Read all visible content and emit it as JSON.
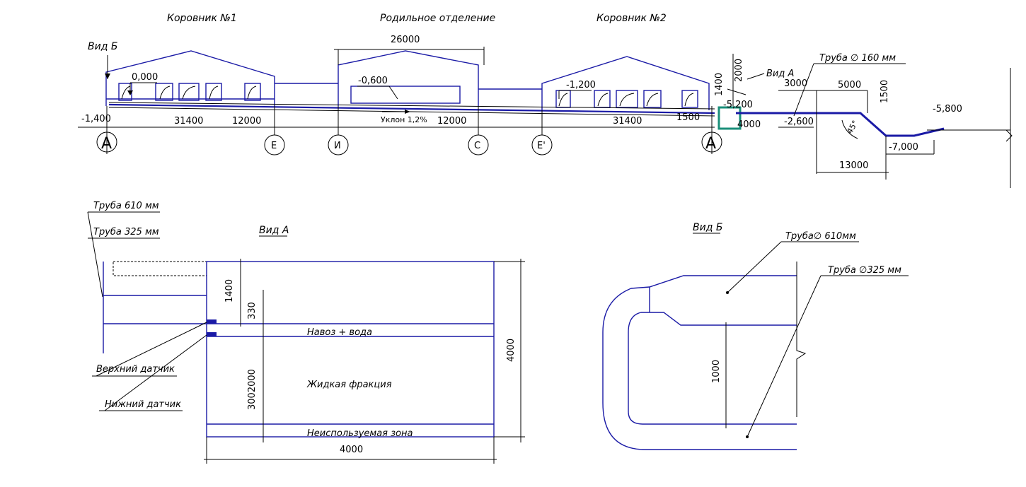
{
  "titles": {
    "barn1": "Коровник №1",
    "maternity": "Родильное отделение",
    "barn2": "Коровник №2",
    "view_b_top": "Вид Б",
    "view_a_top": "Вид А",
    "view_a": "Вид А",
    "view_b": "Вид Б"
  },
  "section": {
    "slope": "Уклон 1,2%",
    "levels": [
      "0,000",
      "-0,600",
      "-1,200",
      "-1,400",
      "-5,200",
      "-2,600",
      "-5,800",
      "-7,000"
    ],
    "dims": [
      "26000",
      "31400",
      "12000",
      "12000",
      "31400",
      "1500",
      "1400",
      "2000",
      "3000",
      "5000",
      "1500",
      "4000",
      "13000"
    ],
    "angle": "45°",
    "axes": [
      "А",
      "Е",
      "И",
      "С",
      "Е'",
      "А"
    ],
    "pipe_label": "Труба ∅ 160 мм"
  },
  "view_a": {
    "pipe_610": "Труба 610 мм",
    "pipe_325": "Труба 325 мм",
    "zone1": "Навоз + вода",
    "zone2": "Жидкая фракция",
    "zone3": "Неиспользуемая зона",
    "upper_sensor": "Верхний датчик",
    "lower_sensor": "Нижний датчик",
    "dims": [
      "1400",
      "330",
      "3002000",
      "4000",
      "4000"
    ]
  },
  "view_b": {
    "pipe_610": "Труба∅ 610мм",
    "pipe_325": "Труба ∅325 мм",
    "dim": "1000"
  }
}
